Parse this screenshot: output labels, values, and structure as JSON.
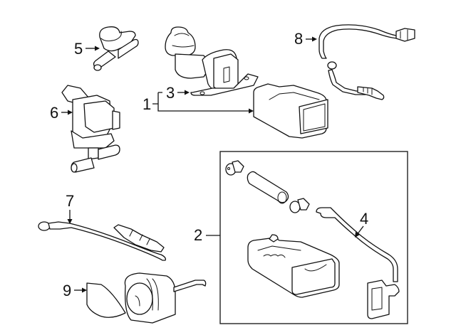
{
  "diagram": {
    "title": "Emission components exploded parts diagram",
    "colors": {
      "line": "#111111",
      "background": "#ffffff"
    },
    "callouts": [
      {
        "id": "1",
        "label": "1"
      },
      {
        "id": "2",
        "label": "2"
      },
      {
        "id": "3",
        "label": "3"
      },
      {
        "id": "4",
        "label": "4"
      },
      {
        "id": "5",
        "label": "5"
      },
      {
        "id": "6",
        "label": "6"
      },
      {
        "id": "7",
        "label": "7"
      },
      {
        "id": "8",
        "label": "8"
      },
      {
        "id": "9",
        "label": "9"
      }
    ],
    "parts": [
      {
        "callout": "5",
        "name": "vacuum-switching-valve-small"
      },
      {
        "callout": "6",
        "name": "vacuum-switching-valve-bracket"
      },
      {
        "callout": "3",
        "name": "valve-with-bracket"
      },
      {
        "callout": "1",
        "name": "filter-assembly-canister-box"
      },
      {
        "callout": "8",
        "name": "oxygen-sensor-upper"
      },
      {
        "callout": "7",
        "name": "oxygen-sensor-lower"
      },
      {
        "callout": "9",
        "name": "vacuum-actuator-with-rod"
      },
      {
        "callout": "2",
        "name": "charcoal-canister-kit"
      },
      {
        "callout": "4",
        "name": "hose-with-connector"
      }
    ]
  }
}
